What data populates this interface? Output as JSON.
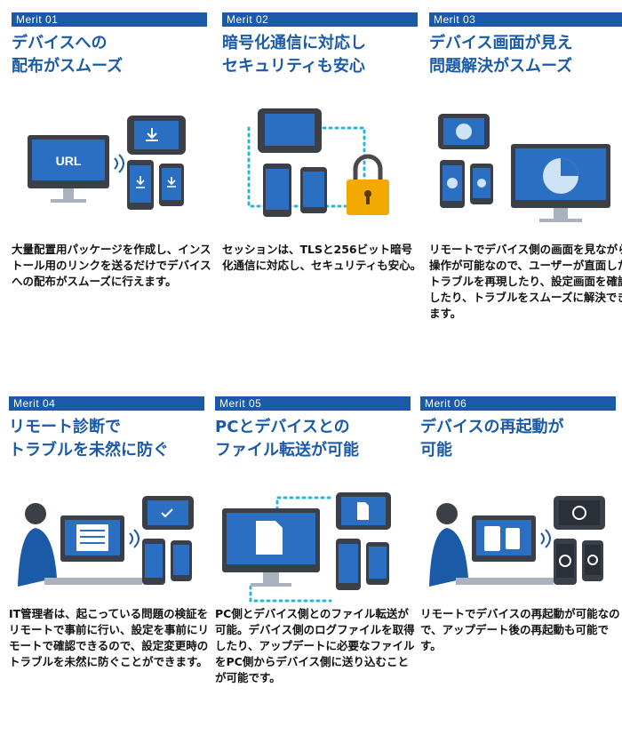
{
  "merits": [
    {
      "tag": "Merit 01",
      "title": "デバイスへの\n配布がスムーズ",
      "body": "大量配置用パッケージを作成し、インストール用のリンクを送るだけでデバイスへの配布がスムーズに行えます。",
      "url_label": "URL"
    },
    {
      "tag": "Merit 02",
      "title": "暗号化通信に対応し\nセキュリティも安心",
      "body": "セッションは、TLSと256ビット暗号化通信に対応し、セキュリティも安心。"
    },
    {
      "tag": "Merit 03",
      "title": "デバイス画面が見え\n問題解決がスムーズ",
      "body": "リモートでデバイス側の画面を見ながら操作が可能なので、ユーザーが直面したトラブルを再現したり、設定画面を確認したり、トラブルをスムーズに解決できます。"
    },
    {
      "tag": "Merit 04",
      "title": "リモート診断で\nトラブルを未然に防ぐ",
      "body": "IT管理者は、起こっている問題の検証をリモートで事前に行い、設定を事前にリモートで確認できるので、設定変更時のトラブルを未然に防ぐことができます。"
    },
    {
      "tag": "Merit 05",
      "title": "PCとデバイスとの\nファイル転送が可能",
      "body": "PC側とデバイス側とのファイル転送が可能。デバイス側のログファイルを取得したり、アップデートに必要なファイルをPC側からデバイス側に送り込むことが可能です。"
    },
    {
      "tag": "Merit 06",
      "title": "デバイスの再起動が\n可能",
      "body": "リモートでデバイスの再起動が可能なので、アップデート後の再起動も可能です。"
    }
  ],
  "colors": {
    "brand_blue": "#1a5aa6",
    "dot_cyan": "#29b6d9",
    "device_dark": "#3a3f48"
  }
}
